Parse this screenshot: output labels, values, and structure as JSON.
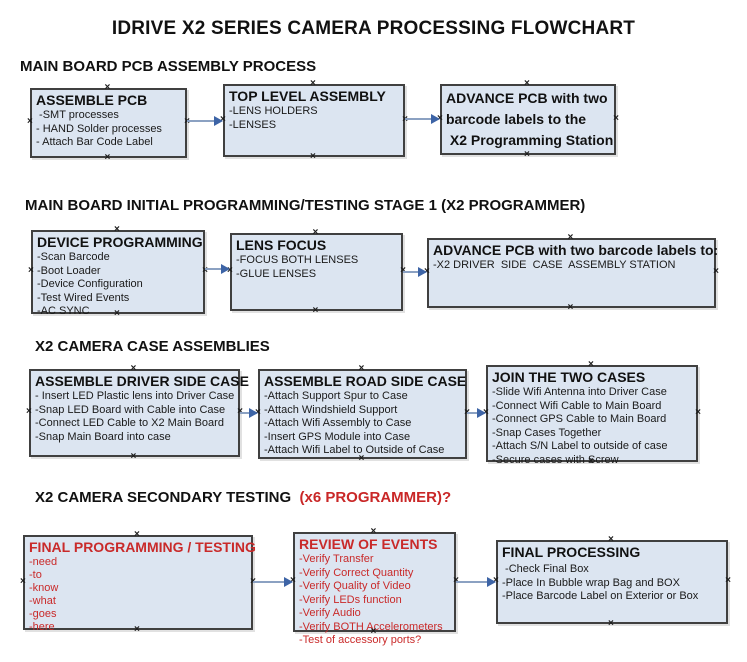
{
  "title": "IDRIVE X2  SERIES CAMERA PROCESSING FLOWCHART",
  "icons": {
    "connector_handle": "×"
  },
  "colors": {
    "node_fill": "#dce5f1",
    "node_border": "#404040",
    "accent_red": "#c92a2a",
    "arrow_line": "#8ba1c2",
    "arrow_head": "#3d64a6"
  },
  "sections": [
    {
      "heading": "MAIN BOARD PCB ASSEMBLY PROCESS",
      "boxes": [
        {
          "title_lines": [
            "ASSEMBLE PCB"
          ],
          "items": [
            " -SMT processes",
            "- HAND Solder processes",
            "- Attach Bar Code Label"
          ]
        },
        {
          "title_lines": [
            "TOP LEVEL ASSEMBLY"
          ],
          "items": [
            "-LENS HOLDERS",
            "-LENSES"
          ]
        },
        {
          "title_lines": [
            "ADVANCE PCB with two",
            "barcode labels to the",
            " X2 Programming Station"
          ],
          "items": []
        }
      ]
    },
    {
      "heading": "MAIN BOARD INITIAL PROGRAMMING/TESTING STAGE 1 (X2 PROGRAMMER)",
      "boxes": [
        {
          "title_lines": [
            "DEVICE PROGRAMMING"
          ],
          "items": [
            "-Scan Barcode",
            "-Boot Loader",
            "-Device Configuration",
            "-Test Wired Events",
            "-AC SYNC"
          ]
        },
        {
          "title_lines": [
            "LENS FOCUS"
          ],
          "items": [
            "-FOCUS BOTH LENSES",
            "-GLUE LENSES"
          ]
        },
        {
          "title_lines": [
            "ADVANCE PCB with two barcode labels to:"
          ],
          "items": [
            "-X2 DRIVER  SIDE  CASE  ASSEMBLY STATION"
          ]
        }
      ]
    },
    {
      "heading": "X2 CAMERA CASE ASSEMBLIES",
      "boxes": [
        {
          "title_lines": [
            "ASSEMBLE DRIVER SIDE CASE"
          ],
          "items": [
            "- Insert LED Plastic lens into Driver Case",
            "-Snap LED Board with Cable into Case",
            "-Connect LED Cable to X2 Main Board",
            "-Snap Main Board into case"
          ]
        },
        {
          "title_lines": [
            "ASSEMBLE ROAD SIDE CASE"
          ],
          "items": [
            "-Attach Support Spur to Case",
            "-Attach Windshield Support",
            "-Attach Wifi Assembly to Case",
            "-Insert GPS Module into Case",
            "-Attach Wifi Label to Outside of Case"
          ]
        },
        {
          "title_lines": [
            "JOIN THE TWO CASES"
          ],
          "items": [
            "-Slide Wifi Antenna into Driver Case",
            "-Connect Wifi Cable to Main Board",
            "-Connect GPS Cable to Main Board",
            "-Snap Cases Together",
            "-Attach S/N Label to outside of case",
            "-Secure cases with Screw"
          ]
        }
      ]
    },
    {
      "heading": "X2 CAMERA SECONDARY TESTING  ",
      "heading_red": "(x6 PROGRAMMER)?",
      "boxes": [
        {
          "title_lines": [
            "FINAL PROGRAMMING / TESTING"
          ],
          "items": [
            "-need",
            "-to",
            "-know",
            "-what",
            "-goes",
            "-here"
          ]
        },
        {
          "title_lines": [
            "REVIEW OF EVENTS"
          ],
          "items": [
            "-Verify Transfer",
            "-Verify Correct Quantity",
            "-Verify Quality of Video",
            "-Verify LEDs function",
            "-Verify Audio",
            "-Verify BOTH Accelerometers",
            "-Test of accessory ports?"
          ]
        },
        {
          "title_lines": [
            "FINAL PROCESSING"
          ],
          "items": [
            " -Check Final Box",
            "-Place In Bubble wrap Bag and BOX",
            "-Place Barcode Label on Exterior or Box"
          ]
        }
      ]
    }
  ]
}
